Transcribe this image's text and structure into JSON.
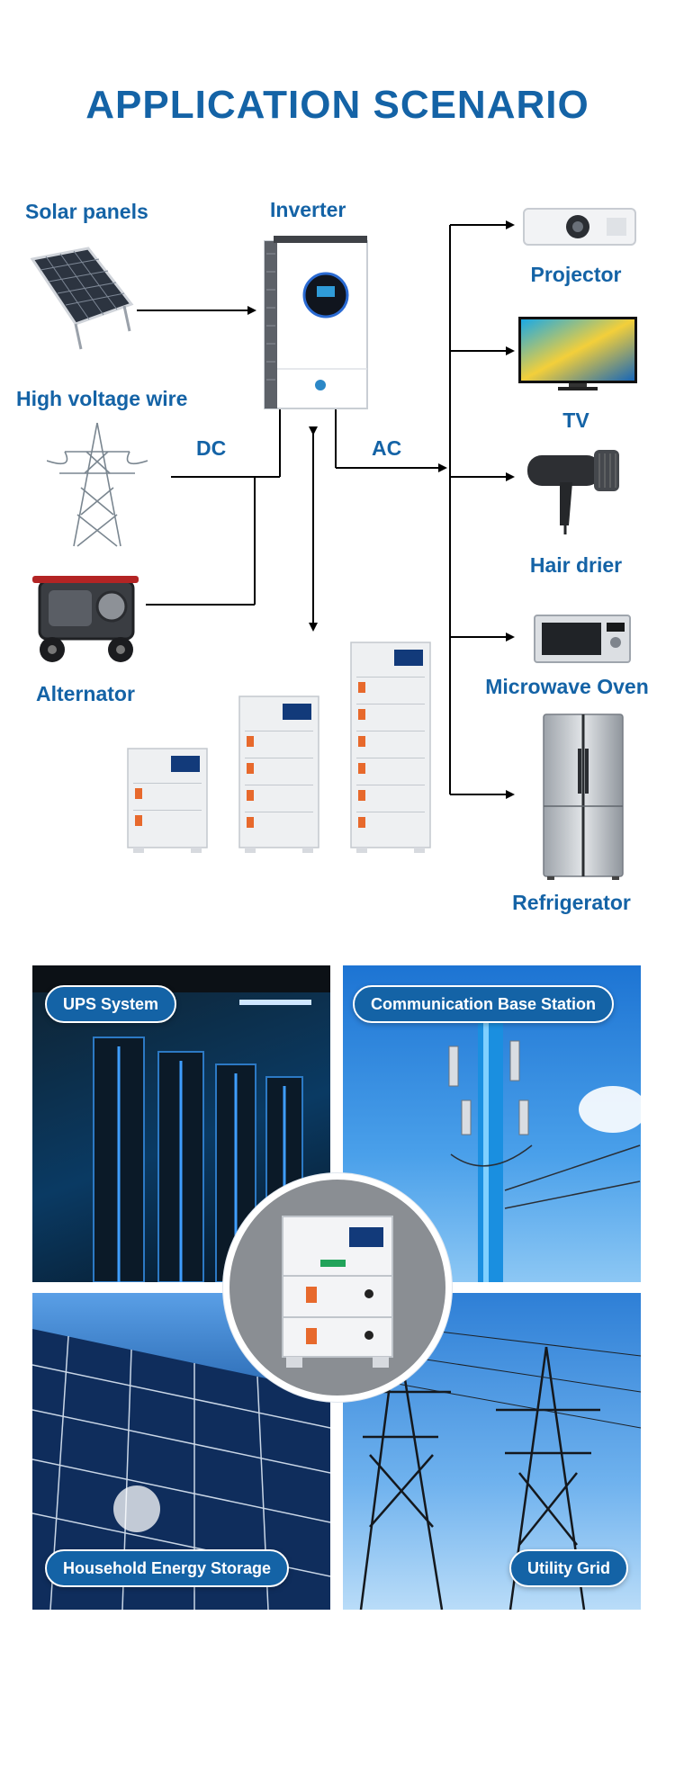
{
  "title": "APPLICATION SCENARIO",
  "sources": {
    "solar_panels": "Solar panels",
    "high_voltage_wire": "High voltage wire",
    "alternator": "Alternator"
  },
  "inverter": "Inverter",
  "flows": {
    "dc": "DC",
    "ac": "AC"
  },
  "appliances": {
    "projector": "Projector",
    "tv": "TV",
    "hair_drier": "Hair drier",
    "microwave_oven": "Microwave Oven",
    "refrigerator": "Refrigerator"
  },
  "scenarios": {
    "ups_system": "UPS System",
    "communication_base_station": "Communication Base Station",
    "household_energy_storage": "Household Energy Storage",
    "utility_grid": "Utility Grid"
  },
  "colors": {
    "brand_blue": "#1463a6",
    "line": "#000000"
  }
}
